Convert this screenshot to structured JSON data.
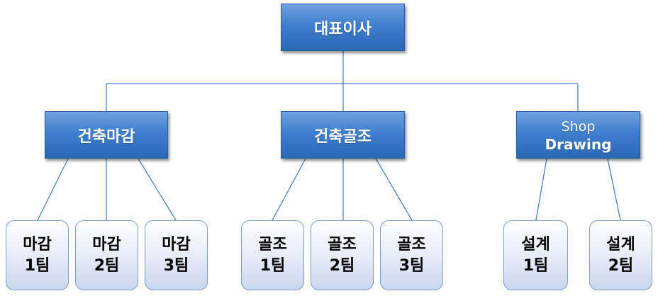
{
  "ceo": {
    "label": "대표이사"
  },
  "divisions": [
    {
      "label": "건축마감"
    },
    {
      "label": "건축골조"
    },
    {
      "label_top": "Shop",
      "label_bottom": "Drawing"
    }
  ],
  "teams": [
    {
      "line1": "마감",
      "line2": "1팀"
    },
    {
      "line1": "마감",
      "line2": "2팀"
    },
    {
      "line1": "마감",
      "line2": "3팀"
    },
    {
      "line1": "골조",
      "line2": "1팀"
    },
    {
      "line1": "골조",
      "line2": "2팀"
    },
    {
      "line1": "골조",
      "line2": "3팀"
    },
    {
      "line1": "설계",
      "line2": "1팀"
    },
    {
      "line1": "설계",
      "line2": "2팀"
    }
  ]
}
